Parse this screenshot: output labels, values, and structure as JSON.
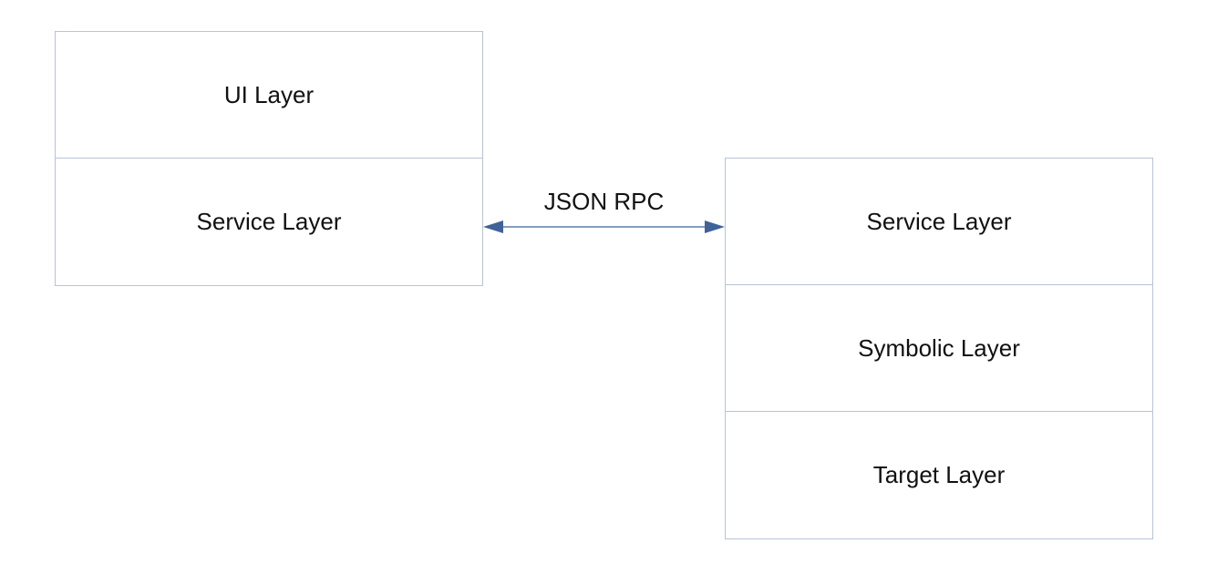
{
  "diagram": {
    "left_stack": {
      "layers": [
        "UI Layer",
        "Service Layer"
      ]
    },
    "right_stack": {
      "layers": [
        "Service Layer",
        "Symbolic Layer",
        "Target Layer"
      ]
    },
    "connector": {
      "label": "JSON RPC",
      "direction": "bidirectional",
      "color": "#3f6298"
    },
    "border_color": "#b8c4d6"
  }
}
